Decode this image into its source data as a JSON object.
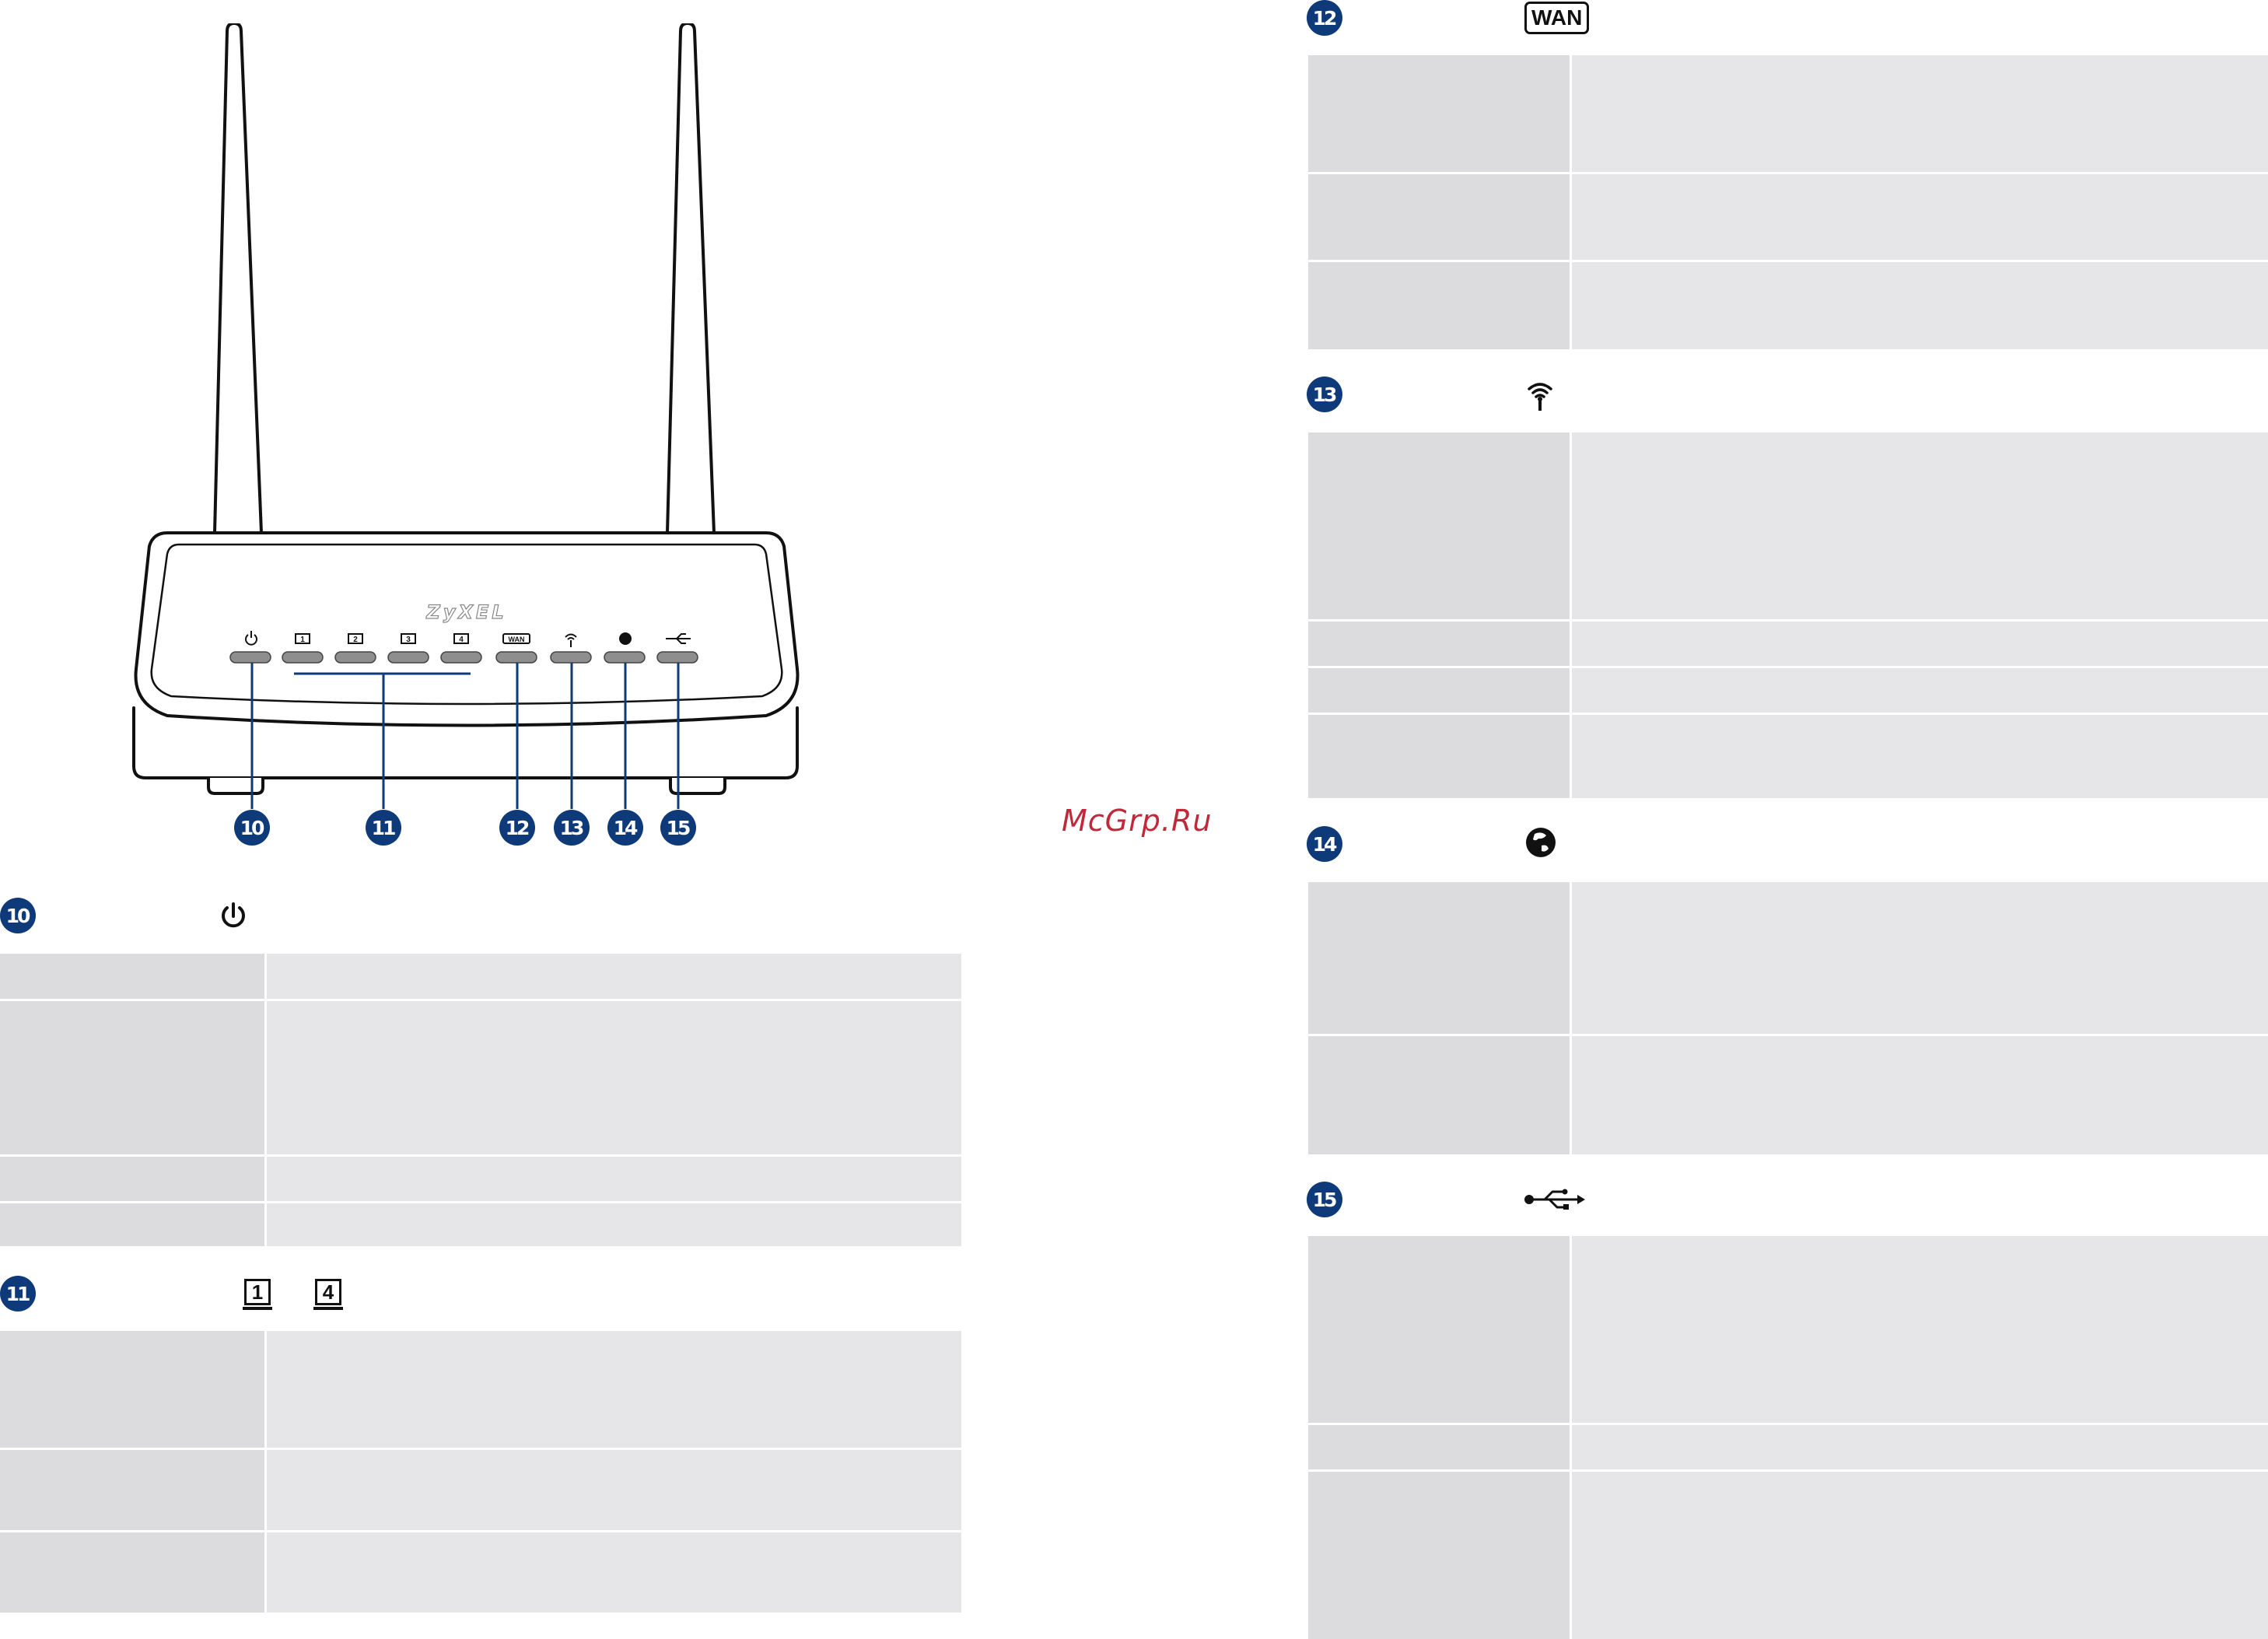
{
  "watermark": "McGrp.Ru",
  "router": {
    "brand": "ZyXEL",
    "callouts": [
      "10",
      "11",
      "12",
      "13",
      "14",
      "15"
    ],
    "led_labels": {
      "port1": "1",
      "port2": "2",
      "port3": "3",
      "port4": "4",
      "wan": "WAN"
    }
  },
  "sections": {
    "s10": {
      "number": "10",
      "icon": "power-icon"
    },
    "s11": {
      "number": "11",
      "icon": "lan-port-icon",
      "port_first": "1",
      "port_last": "4"
    },
    "s12": {
      "number": "12",
      "icon": "wan-icon",
      "label": "WAN"
    },
    "s13": {
      "number": "13",
      "icon": "wifi-icon"
    },
    "s14": {
      "number": "14",
      "icon": "internet-globe-icon"
    },
    "s15": {
      "number": "15",
      "icon": "usb-icon"
    }
  },
  "colors": {
    "badge": "#0f3a7a",
    "cell_left": "#dcdcde",
    "cell_right": "#e6e6e8",
    "watermark": "#c2273a"
  }
}
